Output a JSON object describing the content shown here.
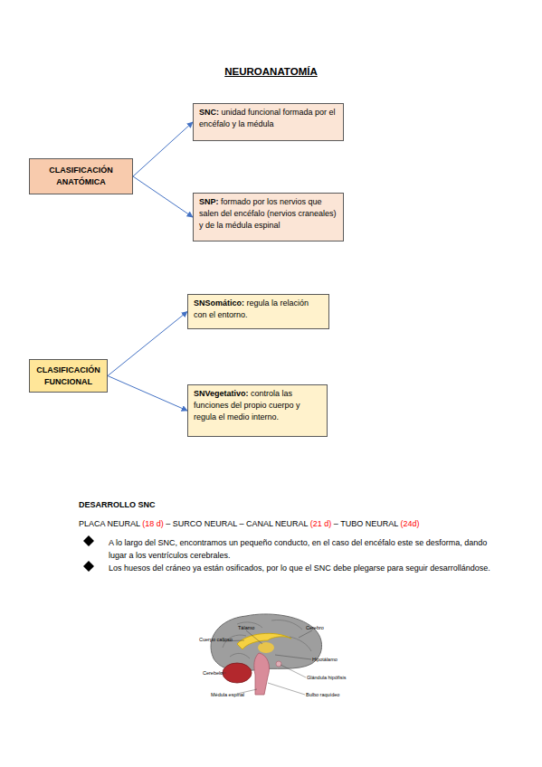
{
  "diagram": {
    "title": "NEUROANATOMÍA",
    "nodes": [
      {
        "text": [
          "CLASIFICACIÓN ANATÓMICA"
        ]
      },
      {
        "text": [
          "SNC:",
          "unidad funcional formada por el encéfalo y la médula"
        ]
      },
      {
        "text": [
          "SNP:",
          "formado por los nervios que salen del encéfalo (nervios craneales) y de la médula espinal"
        ]
      },
      {
        "text": [
          "CLASIFICACIÓN FUNCIONAL"
        ]
      },
      {
        "text": [
          "SNSomático:",
          "regula la relación con el entorno."
        ]
      },
      {
        "text": [
          "SNVegetativo:",
          "controla las funciones del propio cuerpo y regula el medio interno."
        ]
      }
    ],
    "edges": [
      {
        "from": 0,
        "to": 1,
        "arrow": "to"
      },
      {
        "from": 0,
        "to": 2,
        "arrow": "to"
      },
      {
        "from": 3,
        "to": 4,
        "arrow": "to"
      },
      {
        "from": 3,
        "to": 5,
        "arrow": "to"
      }
    ],
    "labels": [
      "DESARROLLO SNC",
      "PLACA NEURAL",
      "(18 d)",
      "– SURCO NEURAL – CANAL NEURAL",
      "(21 d)",
      "– TUBO NEURAL",
      "(24d)",
      "A lo largo del SNC, encontramos un pequeño conducto, en el caso del encéfalo este se desforma, dando lugar a los ventrículos cerebrales.",
      "Los huesos del cráneo ya están osificados, por lo que el SNC debe plegarse para seguir desarrollándose.",
      "Tálamo",
      "Cerebro",
      "Cuerpo calloso",
      "Hipotálamo",
      "Glándula hipófisis",
      "Cerebelo",
      "Médula espinal",
      "Bulbo raquídeo"
    ]
  }
}
